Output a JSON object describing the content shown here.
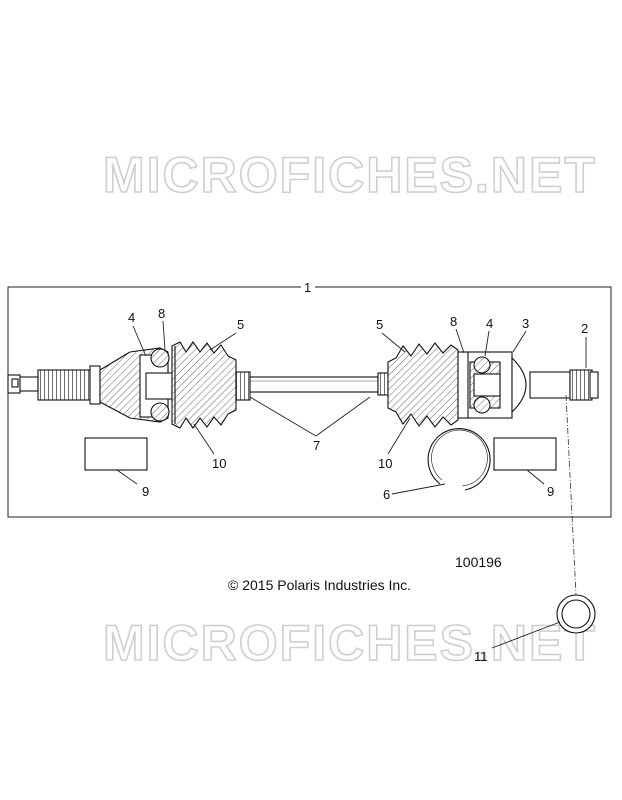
{
  "watermark": "MICROFICHES.NET",
  "diagram_number": "100196",
  "copyright": "© 2015 Polaris Industries Inc.",
  "callouts": [
    {
      "id": "c1",
      "label": "1"
    },
    {
      "id": "c2",
      "label": "2"
    },
    {
      "id": "c3",
      "label": "3"
    },
    {
      "id": "c4a",
      "label": "4"
    },
    {
      "id": "c4b",
      "label": "4"
    },
    {
      "id": "c5a",
      "label": "5"
    },
    {
      "id": "c5b",
      "label": "5"
    },
    {
      "id": "c6",
      "label": "6"
    },
    {
      "id": "c7",
      "label": "7"
    },
    {
      "id": "c8a",
      "label": "8"
    },
    {
      "id": "c8b",
      "label": "8"
    },
    {
      "id": "c9a",
      "label": "9"
    },
    {
      "id": "c9b",
      "label": "9"
    },
    {
      "id": "c10a",
      "label": "10"
    },
    {
      "id": "c10b",
      "label": "10"
    },
    {
      "id": "c11",
      "label": "11"
    }
  ]
}
